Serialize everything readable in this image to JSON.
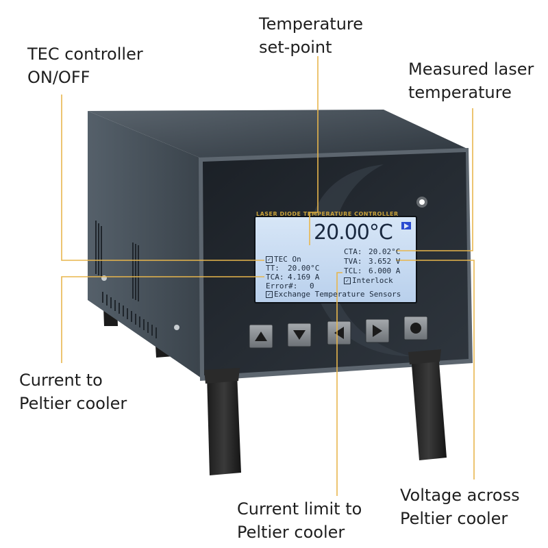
{
  "callouts": {
    "tec_onoff": [
      "TEC controller",
      "ON/OFF"
    ],
    "setpoint": [
      "Temperature",
      "set-point"
    ],
    "measured": [
      "Measured laser",
      "temperature"
    ],
    "current": [
      "Current to",
      "Peltier cooler"
    ],
    "current_limit": [
      "Current limit to",
      "Peltier cooler"
    ],
    "voltage": [
      "Voltage across",
      "Peltier cooler"
    ]
  },
  "device": {
    "front_panel_title": "LASER DIODE TEMPERATURE CONTROLLER",
    "buttons": [
      "up-arrow-icon",
      "down-arrow-icon",
      "left-arrow-icon",
      "right-arrow-icon",
      "record-dot-icon"
    ]
  },
  "lcd": {
    "setpoint_display": "20.00°C",
    "tec_on_label": "TEC On",
    "tt_label": "TT:",
    "tt_value": "20.00°C",
    "tca_label": "TCA:",
    "tca_value": "4.169 A",
    "error_label": "Error#:",
    "error_value": "0",
    "cta_label": "CTA:",
    "cta_value": "20.02°C",
    "tva_label": "TVA:",
    "tva_value": "3.652 V",
    "tcl_label": "TCL:",
    "tcl_value": "6.000 A",
    "interlock_label": "Interlock",
    "exchange_label": "Exchange Temperature Sensors"
  },
  "colors": {
    "callout_line": "#e8b64c",
    "lcd_background": "#c9dcf2",
    "case_top": "#3c4650",
    "case_side": "#4b555e",
    "front_panel": "#262c33",
    "button": "#8a8f93"
  }
}
